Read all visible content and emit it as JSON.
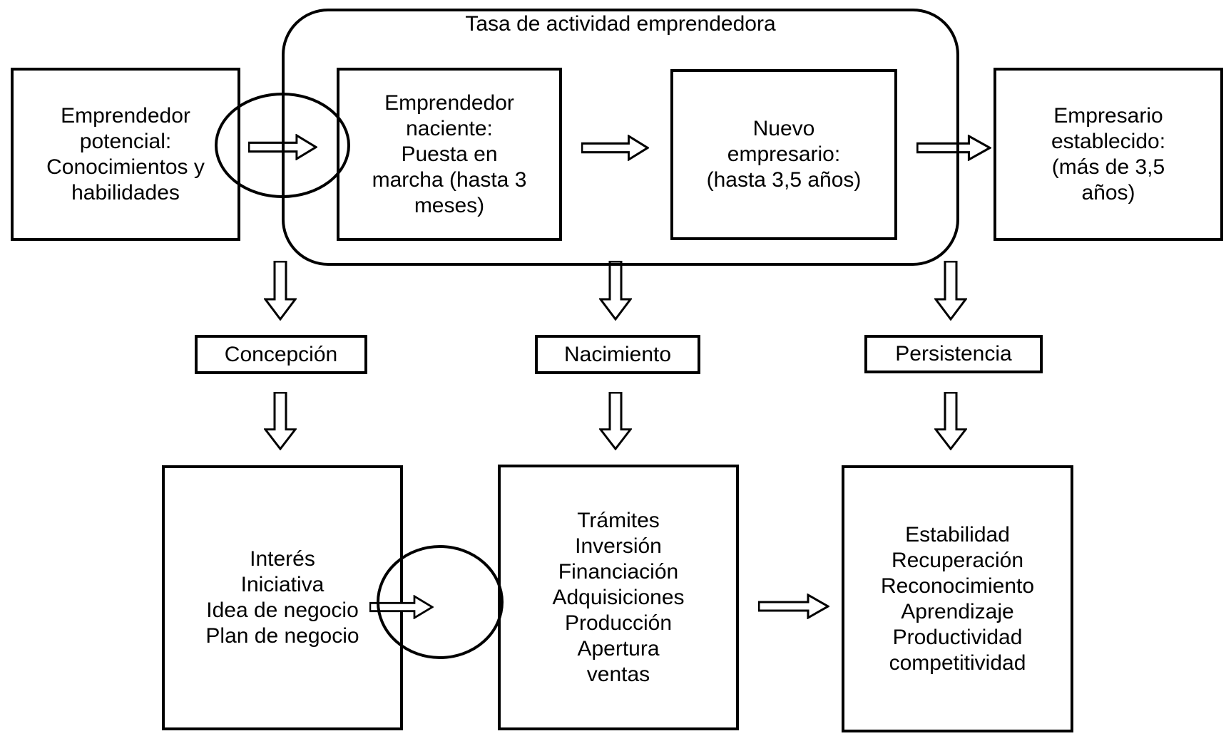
{
  "colors": {
    "ink": "#000000",
    "background": "#ffffff"
  },
  "frame": {
    "title": "Tasa de actividad emprendedora"
  },
  "stages": [
    {
      "id": "potencial",
      "text": "Emprendedor\npotencial:\nConocimientos y\nhabilidades"
    },
    {
      "id": "naciente",
      "text": "Emprendedor\nnaciente:\nPuesta en\nmarcha (hasta 3\nmeses)"
    },
    {
      "id": "nuevo",
      "text": "Nuevo\nempresario:\n(hasta 3,5 años)"
    },
    {
      "id": "establecido",
      "text": "Empresario\nestablecido:\n(más de 3,5\naños)"
    }
  ],
  "phases": [
    {
      "label": "Concepción"
    },
    {
      "label": "Nacimiento"
    },
    {
      "label": "Persistencia"
    }
  ],
  "details": [
    {
      "text": "Interés\nIniciativa\nIdea de negocio\nPlan de negocio"
    },
    {
      "text": "Trámites\nInversión\nFinanciación\nAdquisiciones\nProducción\nApertura\nventas"
    },
    {
      "text": "Estabilidad\nRecuperación\nReconocimiento\nAprendizaje\nProductividad\ncompetitividad"
    }
  ]
}
